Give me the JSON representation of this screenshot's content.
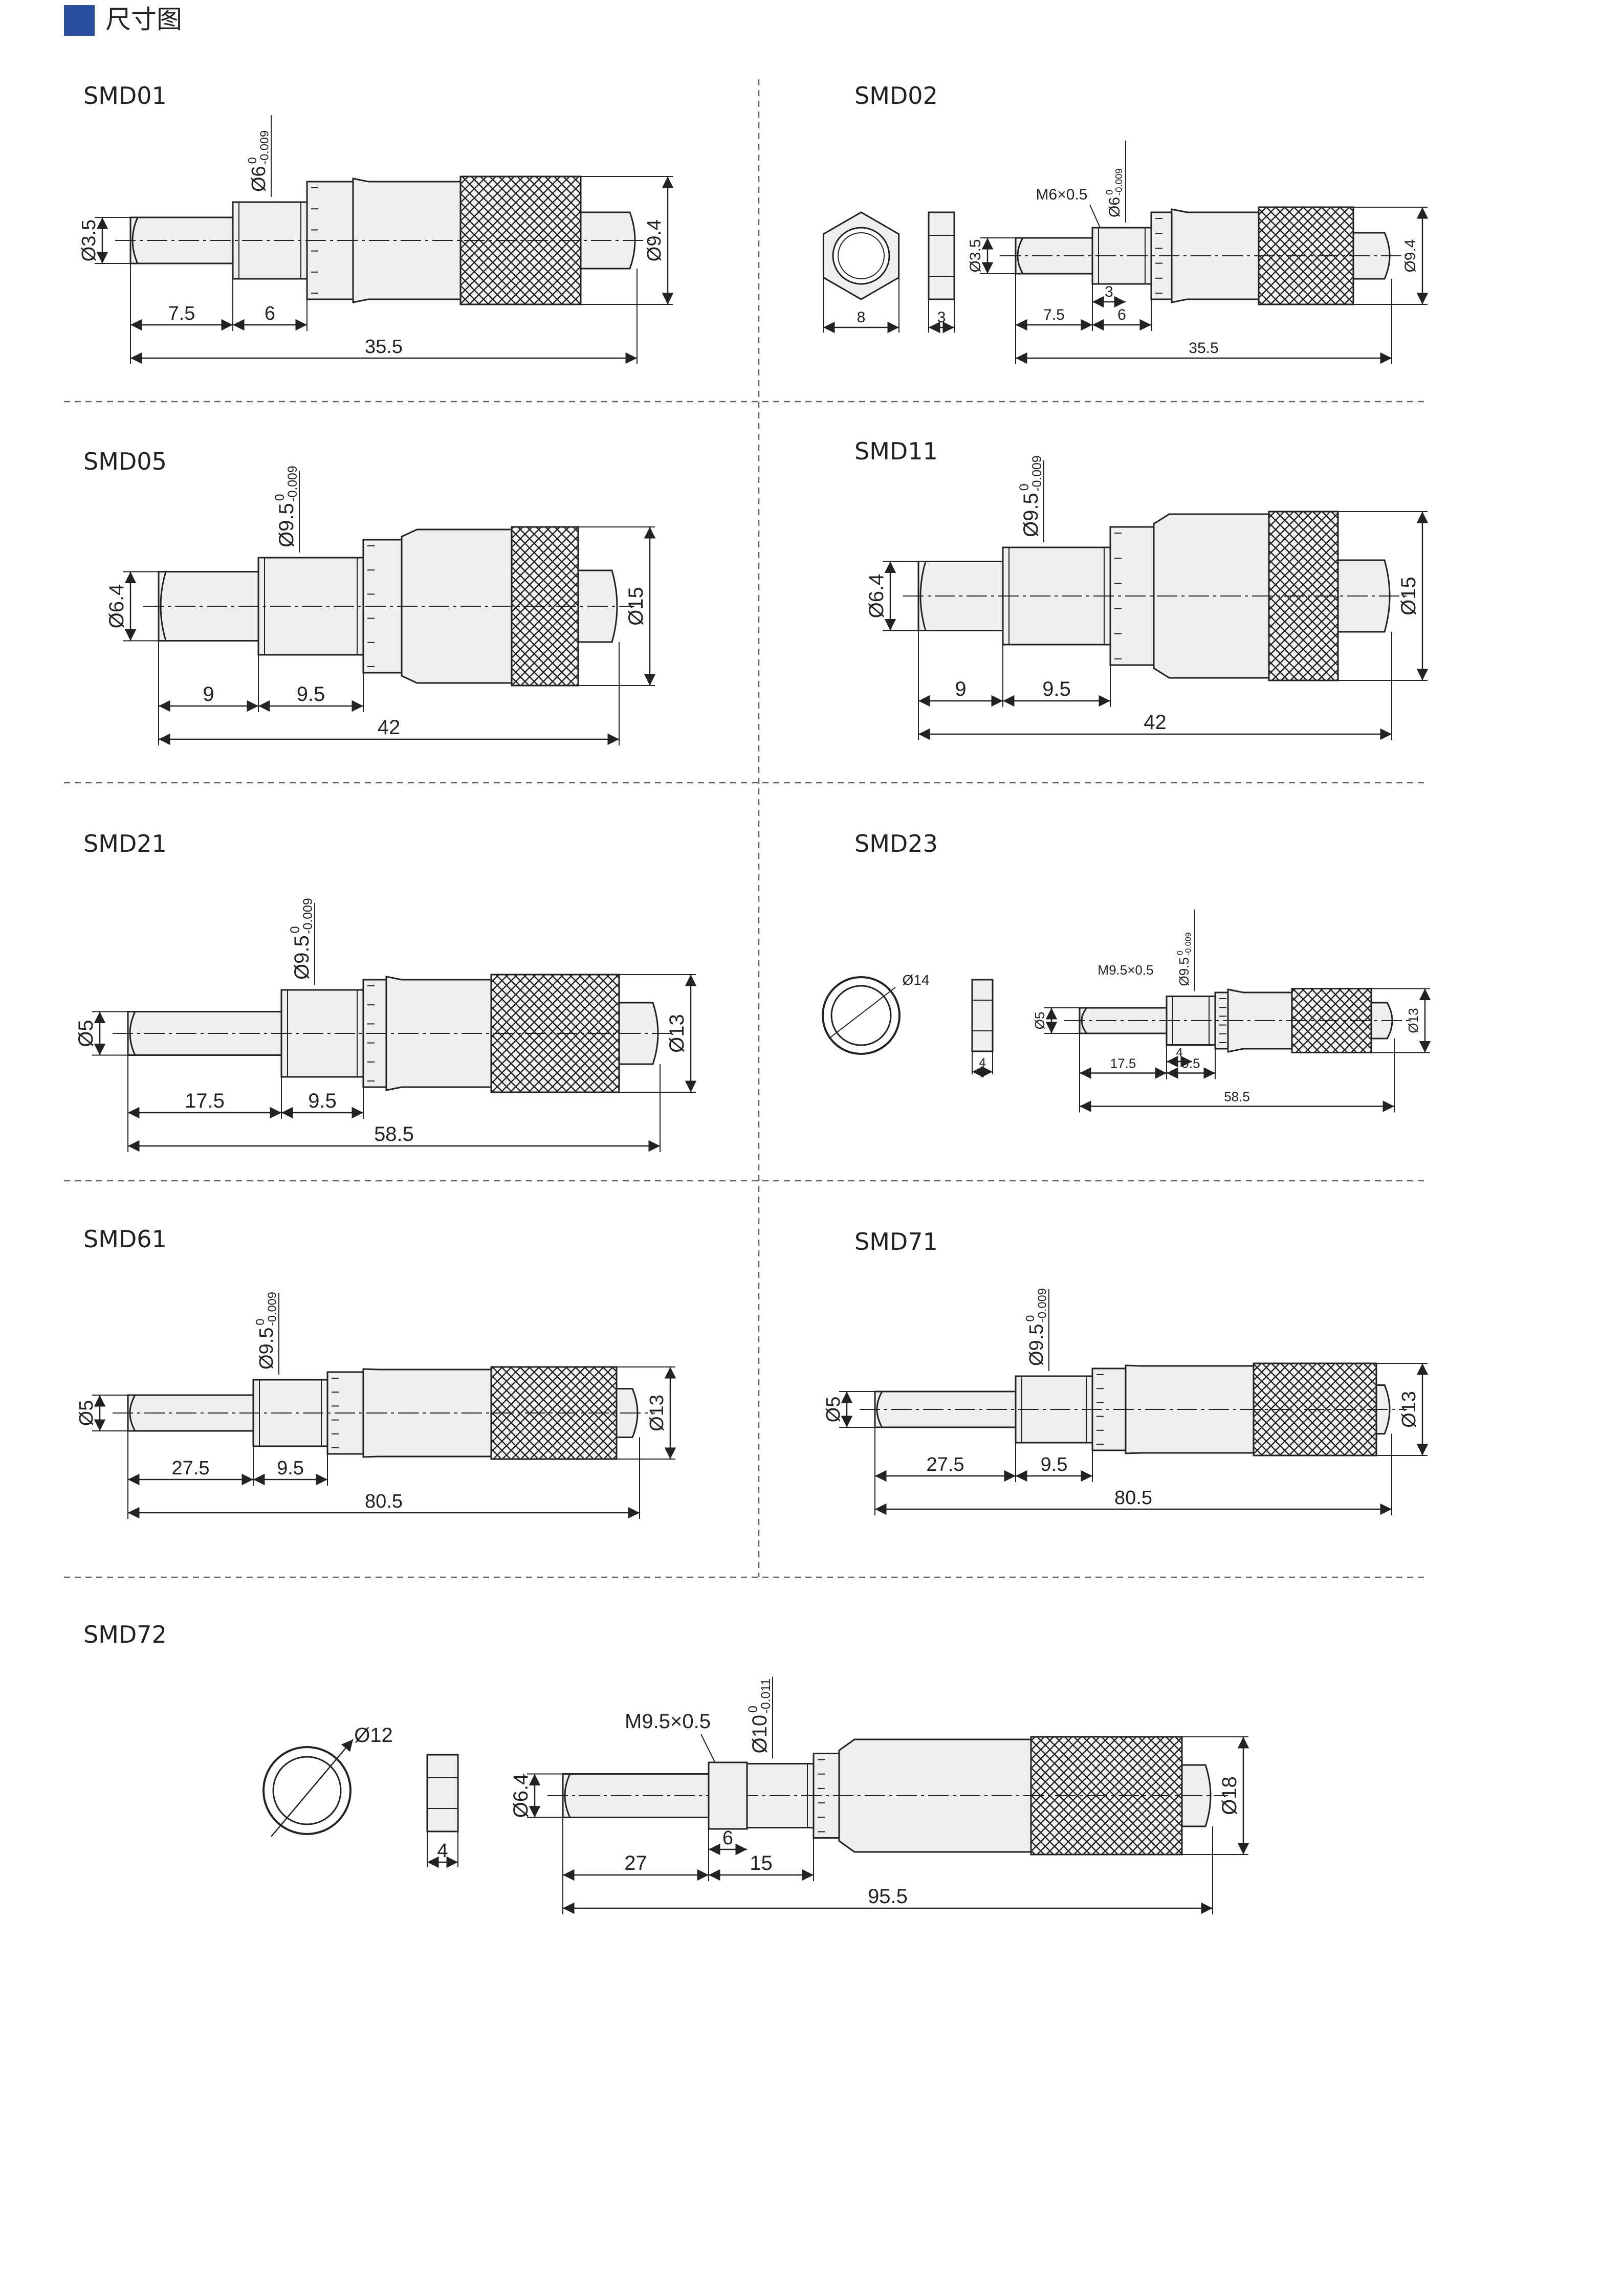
{
  "header": {
    "title": "尺寸图",
    "accent_color": "#2a4ea0"
  },
  "colors": {
    "body_fill": "#efefef",
    "line": "#222222",
    "divider": "#666666"
  },
  "panels": [
    {
      "model": "SMD01",
      "shaft_diameter": "Ø3.5",
      "thread_diameter": "Ø6",
      "thread_tol_upper": "0",
      "thread_tol_lower": "-0.009",
      "head_diameter": "Ø9.4",
      "shaft_length": "7.5",
      "thread_length": "6",
      "total_length": "35.5"
    },
    {
      "model": "SMD02",
      "shaft_diameter": "Ø3.5",
      "thread_label": "M6×0.5",
      "thread_diameter": "Ø6",
      "thread_tol_upper": "0",
      "thread_tol_lower": "-0.009",
      "head_diameter": "Ø9.4",
      "shaft_length": "7.5",
      "nut_thread_length": "3",
      "thread_length": "6",
      "total_length": "35.5",
      "nut_width": "8",
      "nut_thickness": "3"
    },
    {
      "model": "SMD05",
      "shaft_diameter": "Ø6.4",
      "thread_diameter": "Ø9.5",
      "thread_tol_upper": "0",
      "thread_tol_lower": "-0.009",
      "head_diameter": "Ø15",
      "shaft_length": "9",
      "thread_length": "9.5",
      "total_length": "42"
    },
    {
      "model": "SMD11",
      "shaft_diameter": "Ø6.4",
      "thread_diameter": "Ø9.5",
      "thread_tol_upper": "0",
      "thread_tol_lower": "-0.009",
      "head_diameter": "Ø15",
      "shaft_length": "9",
      "thread_length": "9.5",
      "total_length": "42"
    },
    {
      "model": "SMD21",
      "shaft_diameter": "Ø5",
      "thread_diameter": "Ø9.5",
      "thread_tol_upper": "0",
      "thread_tol_lower": "-0.009",
      "head_diameter": "Ø13",
      "shaft_length": "17.5",
      "thread_length": "9.5",
      "total_length": "58.5"
    },
    {
      "model": "SMD23",
      "ring_diameter": "Ø14",
      "nut_thickness": "4",
      "shaft_diameter": "Ø5",
      "thread_label": "M9.5×0.5",
      "thread_diameter": "Ø9.5",
      "thread_tol_upper": "0",
      "thread_tol_lower": "-0.009",
      "head_diameter": "Ø13",
      "shaft_length": "17.5",
      "nut_thread_length": "4",
      "thread_length": "9.5",
      "total_length": "58.5"
    },
    {
      "model": "SMD61",
      "shaft_diameter": "Ø5",
      "thread_diameter": "Ø9.5",
      "thread_tol_upper": "0",
      "thread_tol_lower": "-0.009",
      "head_diameter": "Ø13",
      "shaft_length": "27.5",
      "thread_length": "9.5",
      "total_length": "80.5"
    },
    {
      "model": "SMD71",
      "shaft_diameter": "Ø5",
      "thread_diameter": "Ø9.5",
      "thread_tol_upper": "0",
      "thread_tol_lower": "-0.009",
      "head_diameter": "Ø13",
      "shaft_length": "27.5",
      "thread_length": "9.5",
      "total_length": "80.5"
    },
    {
      "model": "SMD72",
      "ring_diameter": "Ø12",
      "nut_thickness": "4",
      "shaft_diameter": "Ø6.4",
      "thread_label": "M9.5×0.5",
      "thread_diameter": "Ø10",
      "thread_tol_upper": "0",
      "thread_tol_lower": "-0.011",
      "head_diameter": "Ø18",
      "shaft_length": "27",
      "nut_thread_length": "6",
      "thread_length": "15",
      "total_length": "95.5"
    }
  ]
}
